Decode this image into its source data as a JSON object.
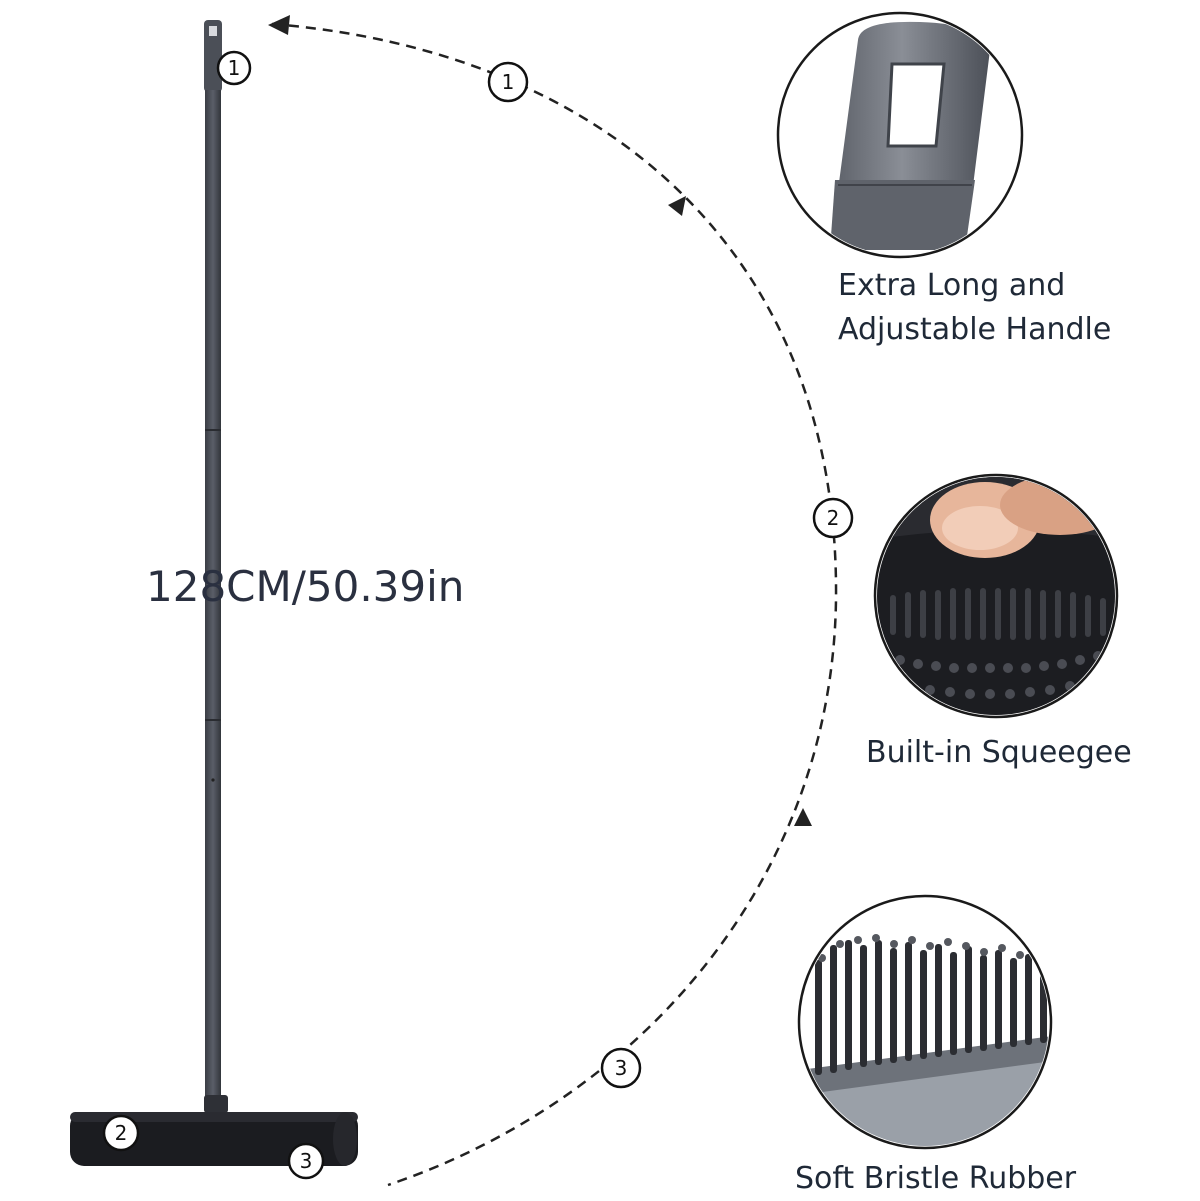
{
  "measurement": {
    "length_text": "128CM/50.39in"
  },
  "features": [
    {
      "number": "1",
      "label_lines": [
        "Extra Long and",
        "Adjustable Handle"
      ],
      "detail_icon": "handle-closeup-icon"
    },
    {
      "number": "2",
      "label_lines": [
        "Built-in Squeegee"
      ],
      "detail_icon": "squeegee-closeup-icon"
    },
    {
      "number": "3",
      "label_lines": [
        "Soft Bristle Rubber"
      ],
      "detail_icon": "bristle-closeup-icon"
    }
  ],
  "colors": {
    "handle": "#4a4e57",
    "head": "#1b1c20",
    "text": "#1f2937",
    "dash": "#222222"
  }
}
